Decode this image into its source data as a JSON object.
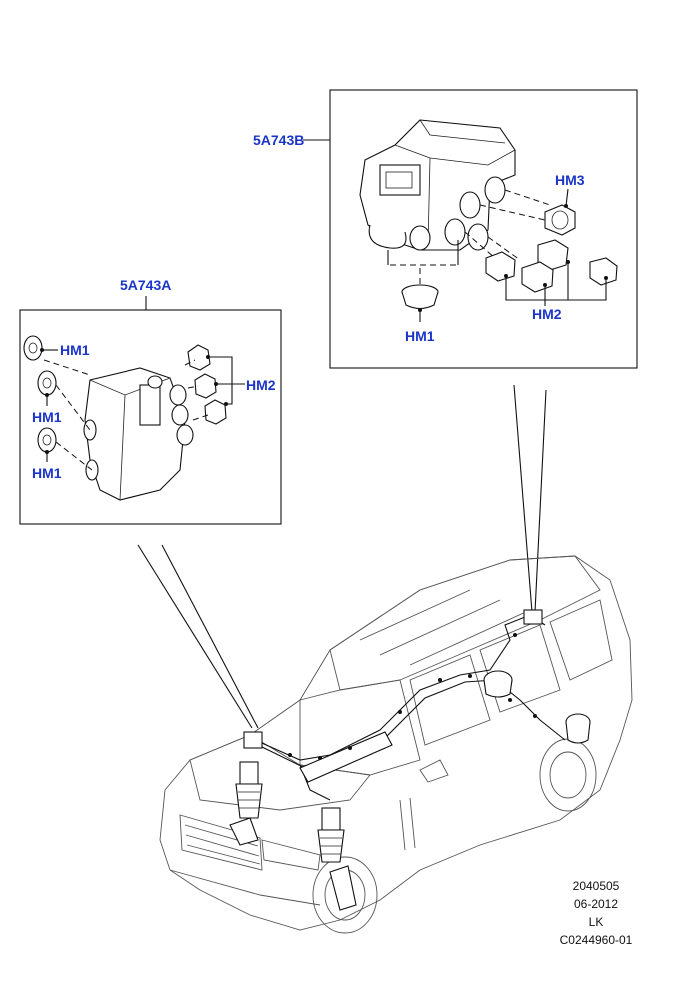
{
  "callouts": {
    "module_b": "5A743B",
    "module_a": "5A743A",
    "hm1": "HM1",
    "hm2": "HM2",
    "hm3": "HM3"
  },
  "footer": {
    "line1": "2040505",
    "line2": "06-2012",
    "line3": "LK",
    "line4": "C0244960-01"
  },
  "colors": {
    "callout": "#1a35c8",
    "line": "#111111"
  }
}
